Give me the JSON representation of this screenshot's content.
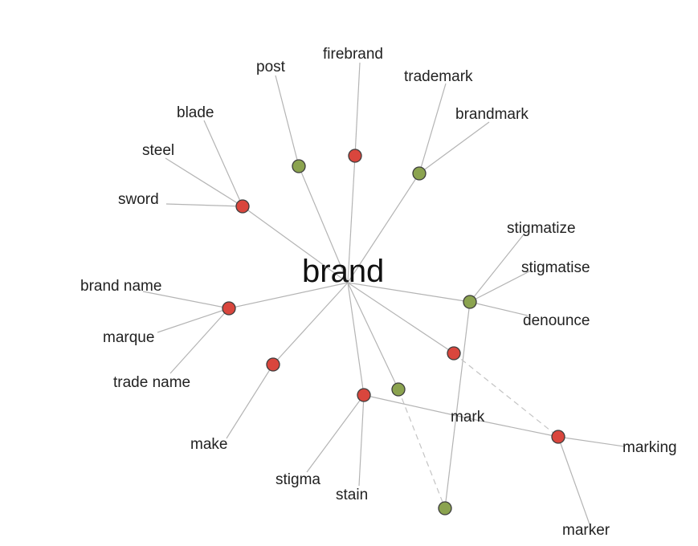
{
  "colors": {
    "noun": "#d9463d",
    "verb": "#8ba34f",
    "edge": "#b4b4b4"
  },
  "center": {
    "label": "brand"
  },
  "words": [
    {
      "id": "post",
      "label": "post"
    },
    {
      "id": "firebrand",
      "label": "firebrand"
    },
    {
      "id": "trademark",
      "label": "trademark"
    },
    {
      "id": "brandmark",
      "label": "brandmark"
    },
    {
      "id": "blade",
      "label": "blade"
    },
    {
      "id": "steel",
      "label": "steel"
    },
    {
      "id": "sword",
      "label": "sword"
    },
    {
      "id": "brand_name",
      "label": "brand name"
    },
    {
      "id": "marque",
      "label": "marque"
    },
    {
      "id": "trade_name",
      "label": "trade name"
    },
    {
      "id": "make",
      "label": "make"
    },
    {
      "id": "stigmatize",
      "label": "stigmatize"
    },
    {
      "id": "stigmatise",
      "label": "stigmatise"
    },
    {
      "id": "denounce",
      "label": "denounce"
    },
    {
      "id": "mark",
      "label": "mark"
    },
    {
      "id": "marking",
      "label": "marking"
    },
    {
      "id": "marker",
      "label": "marker"
    },
    {
      "id": "stigma",
      "label": "stigma"
    },
    {
      "id": "stain",
      "label": "stain"
    }
  ],
  "sense_nodes": [
    {
      "id": "n_sword",
      "kind": "noun"
    },
    {
      "id": "n_post",
      "kind": "verb"
    },
    {
      "id": "n_fire",
      "kind": "noun"
    },
    {
      "id": "n_trade",
      "kind": "verb"
    },
    {
      "id": "n_name",
      "kind": "noun"
    },
    {
      "id": "n_make",
      "kind": "noun"
    },
    {
      "id": "n_stig",
      "kind": "verb"
    },
    {
      "id": "n_mark1",
      "kind": "noun"
    },
    {
      "id": "n_stain",
      "kind": "noun"
    },
    {
      "id": "n_verb2",
      "kind": "verb"
    },
    {
      "id": "n_marking",
      "kind": "noun"
    },
    {
      "id": "n_bottom",
      "kind": "verb"
    }
  ],
  "edges": [
    [
      "brand",
      "n_sword"
    ],
    [
      "brand",
      "n_post"
    ],
    [
      "brand",
      "n_fire"
    ],
    [
      "brand",
      "n_trade"
    ],
    [
      "brand",
      "n_name"
    ],
    [
      "brand",
      "n_make"
    ],
    [
      "brand",
      "n_stig"
    ],
    [
      "brand",
      "n_mark1"
    ],
    [
      "brand",
      "n_stain"
    ],
    [
      "brand",
      "n_verb2"
    ],
    [
      "n_sword",
      "blade"
    ],
    [
      "n_sword",
      "steel"
    ],
    [
      "n_sword",
      "sword"
    ],
    [
      "n_post",
      "post"
    ],
    [
      "n_fire",
      "firebrand"
    ],
    [
      "n_trade",
      "trademark"
    ],
    [
      "n_trade",
      "brandmark"
    ],
    [
      "n_name",
      "brand_name"
    ],
    [
      "n_name",
      "marque"
    ],
    [
      "n_name",
      "trade_name"
    ],
    [
      "n_make",
      "make"
    ],
    [
      "n_stig",
      "stigmatize"
    ],
    [
      "n_stig",
      "stigmatise"
    ],
    [
      "n_stig",
      "denounce"
    ],
    [
      "n_stig",
      "n_bottom"
    ],
    [
      "n_stain",
      "stigma"
    ],
    [
      "n_stain",
      "stain"
    ],
    [
      "n_stain",
      "mark"
    ],
    [
      "mark",
      "n_marking"
    ],
    [
      "n_marking",
      "marking"
    ],
    [
      "n_marking",
      "marker"
    ]
  ],
  "dashed_edges": [
    [
      "n_mark1",
      "n_marking"
    ],
    [
      "n_verb2",
      "n_bottom"
    ]
  ]
}
